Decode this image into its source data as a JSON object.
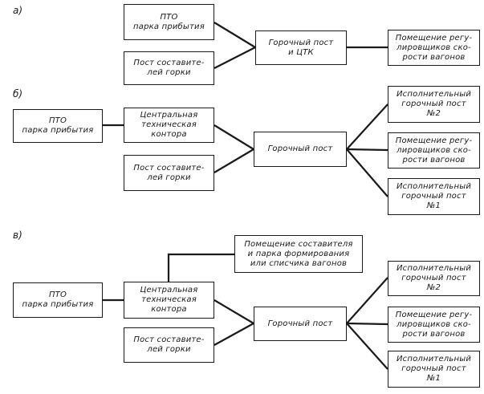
{
  "sections": {
    "a": {
      "label": "а)",
      "pto": [
        "ПТО",
        "парка прибытия"
      ],
      "post": [
        "Пост составите-",
        "лей горки"
      ],
      "gorochny": [
        "Горочный пост",
        "и ЦТК"
      ],
      "regul": [
        "Помещение регу-",
        "лировщиков ско-",
        "рости вагонов"
      ]
    },
    "b": {
      "label": "б)",
      "pto": [
        "ПТО",
        "парка прибытия"
      ],
      "ctk": [
        "Центральная",
        "техническая",
        "контора"
      ],
      "post": [
        "Пост составите-",
        "лей горки"
      ],
      "gorochny": [
        "Горочный пост"
      ],
      "isp2": [
        "Исполнительный",
        "горочный пост",
        "№2"
      ],
      "regul": [
        "Помещение регу-",
        "лировщиков ско-",
        "рости вагонов"
      ],
      "isp1": [
        "Исполнительный",
        "горочный пост",
        "№1"
      ]
    },
    "c": {
      "label": "в)",
      "pto": [
        "ПТО",
        "парка прибытия"
      ],
      "ctk": [
        "Центральная",
        "техническая",
        "контора"
      ],
      "post": [
        "Пост составите-",
        "лей горки"
      ],
      "sostav": [
        "Помещение составителя",
        "и парка формирования",
        "или списчика вагонов"
      ],
      "gorochny": [
        "Горочный пост"
      ],
      "isp2": [
        "Исполнительный",
        "горочный пост",
        "№2"
      ],
      "regul": [
        "Помещение регу-",
        "лировщиков ско-",
        "рости вагонов"
      ],
      "isp1": [
        "Исполнительный",
        "горочный пост",
        "№1"
      ]
    }
  }
}
